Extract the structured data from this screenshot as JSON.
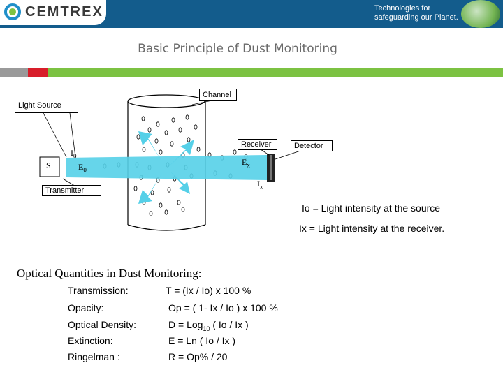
{
  "header": {
    "logo_text": "CEMTREX",
    "tagline_line1": "Technologies for",
    "tagline_line2": "safeguarding our Planet."
  },
  "title": "Basic Principle of Dust Monitoring",
  "diagram": {
    "channel_label": "Channel",
    "light_source_label": "Light Source",
    "receiver_label": "Receiver",
    "detector_label": "Detector",
    "transmitter_label": "Transmitter",
    "source_symbol": "S",
    "i0_label": "I",
    "i0_sub": "0",
    "e0_label": "E",
    "e0_sub": "0",
    "ex_label": "E",
    "ex_sub": "x",
    "ix_label": "I",
    "ix_sub": "x"
  },
  "definitions": {
    "io": "Io = Light intensity at the source",
    "ix": "Ix = Light intensity at the receiver."
  },
  "optical": {
    "title": "Optical Quantities in Dust Monitoring:",
    "rows": [
      {
        "name": "Transmission:",
        "formula": "T = (Ix / Io) x 100 %"
      },
      {
        "name": "Opacity:",
        "formula": "Op = ( 1- Ix / Io ) x 100 %"
      },
      {
        "name": "Optical Density:",
        "formula_pre": "D = Log",
        "formula_sub": "10",
        "formula_post": " ( Io / Ix )"
      },
      {
        "name": "Extinction:",
        "formula": "E = Ln ( Io / Ix )"
      },
      {
        "name": "Ringelman :",
        "formula": "R = Op% / 20"
      }
    ]
  },
  "colors": {
    "header_blue": "#135c8c",
    "beam": "#55d0e8",
    "bar_green": "#7cc242",
    "bar_red": "#d81e2a"
  }
}
